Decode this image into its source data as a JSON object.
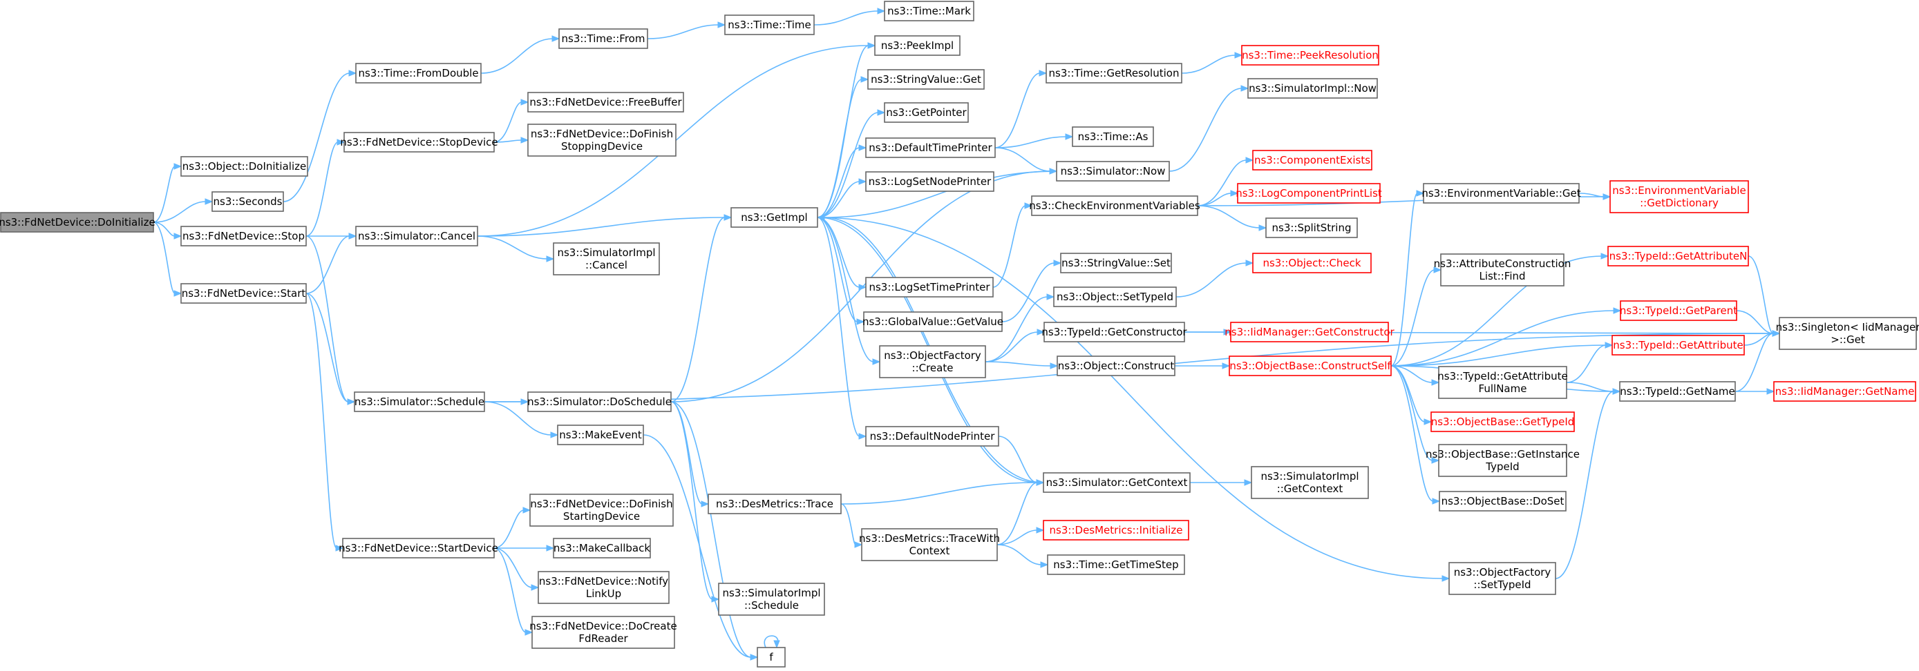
{
  "nodes": [
    {
      "id": "FdNetDevice_DoInitialize",
      "lines": [
        "ns3::FdNetDevice::DoInitialize"
      ],
      "root": true
    },
    {
      "id": "Object_DoInitialize",
      "lines": [
        "ns3::Object::DoInitialize"
      ]
    },
    {
      "id": "Seconds",
      "lines": [
        "ns3::Seconds"
      ]
    },
    {
      "id": "FdNetDevice_Stop",
      "lines": [
        "ns3::FdNetDevice::Stop"
      ]
    },
    {
      "id": "FdNetDevice_Start",
      "lines": [
        "ns3::FdNetDevice::Start"
      ]
    },
    {
      "id": "Time_FromDouble",
      "lines": [
        "ns3::Time::FromDouble"
      ]
    },
    {
      "id": "Time_From",
      "lines": [
        "ns3::Time::From"
      ]
    },
    {
      "id": "Time_Time",
      "lines": [
        "ns3::Time::Time"
      ]
    },
    {
      "id": "Time_Mark",
      "lines": [
        "ns3::Time::Mark"
      ]
    },
    {
      "id": "FdNetDevice_StopDevice",
      "lines": [
        "ns3::FdNetDevice::StopDevice"
      ]
    },
    {
      "id": "FdNetDevice_FreeBuffer",
      "lines": [
        "ns3::FdNetDevice::FreeBuffer"
      ]
    },
    {
      "id": "FdNetDevice_DoFinishStoppingDevice",
      "lines": [
        "ns3::FdNetDevice::DoFinish",
        "StoppingDevice"
      ]
    },
    {
      "id": "Simulator_Cancel",
      "lines": [
        "ns3::Simulator::Cancel"
      ]
    },
    {
      "id": "SimulatorImpl_Cancel",
      "lines": [
        "ns3::SimulatorImpl",
        "::Cancel"
      ]
    },
    {
      "id": "Simulator_Schedule",
      "lines": [
        "ns3::Simulator::Schedule"
      ]
    },
    {
      "id": "Simulator_DoSchedule",
      "lines": [
        "ns3::Simulator::DoSchedule"
      ]
    },
    {
      "id": "MakeEvent",
      "lines": [
        "ns3::MakeEvent"
      ]
    },
    {
      "id": "FdNetDevice_StartDevice",
      "lines": [
        "ns3::FdNetDevice::StartDevice"
      ]
    },
    {
      "id": "FdNetDevice_DoFinishStartingDevice",
      "lines": [
        "ns3::FdNetDevice::DoFinish",
        "StartingDevice"
      ]
    },
    {
      "id": "MakeCallback",
      "lines": [
        "ns3::MakeCallback"
      ]
    },
    {
      "id": "FdNetDevice_NotifyLinkUp",
      "lines": [
        "ns3::FdNetDevice::Notify",
        "LinkUp"
      ]
    },
    {
      "id": "FdNetDevice_DoCreateFdReader",
      "lines": [
        "ns3::FdNetDevice::DoCreate",
        "FdReader"
      ]
    },
    {
      "id": "PeekImpl",
      "lines": [
        "ns3::PeekImpl"
      ]
    },
    {
      "id": "StringValue_Get",
      "lines": [
        "ns3::StringValue::Get"
      ]
    },
    {
      "id": "GetPointer",
      "lines": [
        "ns3::GetPointer"
      ]
    },
    {
      "id": "DefaultTimePrinter",
      "lines": [
        "ns3::DefaultTimePrinter"
      ]
    },
    {
      "id": "LogSetNodePrinter",
      "lines": [
        "ns3::LogSetNodePrinter"
      ]
    },
    {
      "id": "GetImpl",
      "lines": [
        "ns3::GetImpl"
      ]
    },
    {
      "id": "LogSetTimePrinter",
      "lines": [
        "ns3::LogSetTimePrinter"
      ]
    },
    {
      "id": "GlobalValue_GetValue",
      "lines": [
        "ns3::GlobalValue::GetValue"
      ]
    },
    {
      "id": "ObjectFactory_Create",
      "lines": [
        "ns3::ObjectFactory",
        "::Create"
      ]
    },
    {
      "id": "DefaultNodePrinter",
      "lines": [
        "ns3::DefaultNodePrinter"
      ]
    },
    {
      "id": "DesMetrics_Trace",
      "lines": [
        "ns3::DesMetrics::Trace"
      ]
    },
    {
      "id": "DesMetrics_TraceWithContext",
      "lines": [
        "ns3::DesMetrics::TraceWith",
        "Context"
      ]
    },
    {
      "id": "SimulatorImpl_Schedule",
      "lines": [
        "ns3::SimulatorImpl",
        "::Schedule"
      ]
    },
    {
      "id": "f",
      "lines": [
        "f"
      ]
    },
    {
      "id": "Time_GetResolution",
      "lines": [
        "ns3::Time::GetResolution"
      ]
    },
    {
      "id": "Time_PeekResolution",
      "lines": [
        "ns3::Time::PeekResolution"
      ],
      "red": true
    },
    {
      "id": "Time_As",
      "lines": [
        "ns3::Time::As"
      ]
    },
    {
      "id": "Simulator_Now",
      "lines": [
        "ns3::Simulator::Now"
      ]
    },
    {
      "id": "SimulatorImpl_Now",
      "lines": [
        "ns3::SimulatorImpl::Now"
      ]
    },
    {
      "id": "CheckEnvironmentVariables",
      "lines": [
        "ns3::CheckEnvironmentVariables"
      ]
    },
    {
      "id": "ComponentExists",
      "lines": [
        "ns3::ComponentExists"
      ],
      "red": true
    },
    {
      "id": "LogComponentPrintList",
      "lines": [
        "ns3::LogComponentPrintList"
      ],
      "red": true
    },
    {
      "id": "SplitString",
      "lines": [
        "ns3::SplitString"
      ]
    },
    {
      "id": "StringValue_Set",
      "lines": [
        "ns3::StringValue::Set"
      ]
    },
    {
      "id": "Object_Check",
      "lines": [
        "ns3::Object::Check"
      ],
      "red": true
    },
    {
      "id": "Object_SetTypeId",
      "lines": [
        "ns3::Object::SetTypeId"
      ]
    },
    {
      "id": "TypeId_GetConstructor",
      "lines": [
        "ns3::TypeId::GetConstructor"
      ]
    },
    {
      "id": "IidManager_GetConstructor",
      "lines": [
        "ns3::IidManager::GetConstructor"
      ],
      "red": true
    },
    {
      "id": "Object_Construct",
      "lines": [
        "ns3::Object::Construct"
      ]
    },
    {
      "id": "ObjectBase_ConstructSelf",
      "lines": [
        "ns3::ObjectBase::ConstructSelf"
      ],
      "red": true
    },
    {
      "id": "Simulator_GetContext",
      "lines": [
        "ns3::Simulator::GetContext"
      ]
    },
    {
      "id": "SimulatorImpl_GetContext",
      "lines": [
        "ns3::SimulatorImpl",
        "::GetContext"
      ]
    },
    {
      "id": "DesMetrics_Initialize",
      "lines": [
        "ns3::DesMetrics::Initialize"
      ],
      "red": true
    },
    {
      "id": "Time_GetTimeStep",
      "lines": [
        "ns3::Time::GetTimeStep"
      ]
    },
    {
      "id": "EnvironmentVariable_Get",
      "lines": [
        "ns3::EnvironmentVariable::Get"
      ]
    },
    {
      "id": "EnvironmentVariable_GetDictionary",
      "lines": [
        "ns3::EnvironmentVariable",
        "::GetDictionary"
      ],
      "red": true
    },
    {
      "id": "AttributeConstructionList_Find",
      "lines": [
        "ns3::AttributeConstruction",
        "List::Find"
      ]
    },
    {
      "id": "TypeId_GetAttributeN",
      "lines": [
        "ns3::TypeId::GetAttributeN"
      ],
      "red": true
    },
    {
      "id": "TypeId_GetParent",
      "lines": [
        "ns3::TypeId::GetParent"
      ],
      "red": true
    },
    {
      "id": "TypeId_GetAttribute",
      "lines": [
        "ns3::TypeId::GetAttribute"
      ],
      "red": true
    },
    {
      "id": "TypeId_GetAttributeFullName",
      "lines": [
        "ns3::TypeId::GetAttribute",
        "FullName"
      ]
    },
    {
      "id": "TypeId_GetName",
      "lines": [
        "ns3::TypeId::GetName"
      ]
    },
    {
      "id": "IidManager_GetName",
      "lines": [
        "ns3::IidManager::GetName"
      ],
      "red": true
    },
    {
      "id": "Singleton_IidManager_Get",
      "lines": [
        "ns3::Singleton< IidManager",
        ">::Get"
      ]
    },
    {
      "id": "ObjectBase_GetTypeId",
      "lines": [
        "ns3::ObjectBase::GetTypeId"
      ],
      "red": true
    },
    {
      "id": "ObjectBase_GetInstanceTypeId",
      "lines": [
        "ns3::ObjectBase::GetInstance",
        "TypeId"
      ]
    },
    {
      "id": "ObjectBase_DoSet",
      "lines": [
        "ns3::ObjectBase::DoSet"
      ]
    },
    {
      "id": "ObjectFactory_SetTypeId",
      "lines": [
        "ns3::ObjectFactory",
        "::SetTypeId"
      ]
    }
  ],
  "edges": [
    [
      "FdNetDevice_DoInitialize",
      "Object_DoInitialize"
    ],
    [
      "FdNetDevice_DoInitialize",
      "Seconds"
    ],
    [
      "FdNetDevice_DoInitialize",
      "FdNetDevice_Stop"
    ],
    [
      "FdNetDevice_DoInitialize",
      "FdNetDevice_Start"
    ],
    [
      "Seconds",
      "Time_FromDouble"
    ],
    [
      "Time_FromDouble",
      "Time_From"
    ],
    [
      "Time_From",
      "Time_Time"
    ],
    [
      "Time_Time",
      "Time_Mark"
    ],
    [
      "FdNetDevice_Stop",
      "FdNetDevice_StopDevice"
    ],
    [
      "FdNetDevice_Stop",
      "Simulator_Cancel"
    ],
    [
      "FdNetDevice_Stop",
      "Simulator_Schedule"
    ],
    [
      "FdNetDevice_StopDevice",
      "FdNetDevice_FreeBuffer"
    ],
    [
      "FdNetDevice_StopDevice",
      "FdNetDevice_DoFinishStoppingDevice"
    ],
    [
      "FdNetDevice_Start",
      "Simulator_Cancel"
    ],
    [
      "FdNetDevice_Start",
      "Simulator_Schedule"
    ],
    [
      "FdNetDevice_Start",
      "FdNetDevice_StartDevice"
    ],
    [
      "Simulator_Cancel",
      "PeekImpl"
    ],
    [
      "Simulator_Cancel",
      "GetImpl"
    ],
    [
      "Simulator_Cancel",
      "SimulatorImpl_Cancel"
    ],
    [
      "Simulator_Schedule",
      "Simulator_DoSchedule"
    ],
    [
      "Simulator_Schedule",
      "MakeEvent"
    ],
    [
      "Simulator_Schedule",
      "Singleton_IidManager_Get"
    ],
    [
      "Simulator_DoSchedule",
      "GetImpl"
    ],
    [
      "Simulator_DoSchedule",
      "Simulator_Now"
    ],
    [
      "Simulator_DoSchedule",
      "DesMetrics_Trace"
    ],
    [
      "Simulator_DoSchedule",
      "SimulatorImpl_Schedule"
    ],
    [
      "Simulator_DoSchedule",
      "f"
    ],
    [
      "MakeEvent",
      "f"
    ],
    [
      "FdNetDevice_StartDevice",
      "FdNetDevice_DoFinishStartingDevice"
    ],
    [
      "FdNetDevice_StartDevice",
      "MakeCallback"
    ],
    [
      "FdNetDevice_StartDevice",
      "FdNetDevice_NotifyLinkUp"
    ],
    [
      "FdNetDevice_StartDevice",
      "FdNetDevice_DoCreateFdReader"
    ],
    [
      "GetImpl",
      "PeekImpl"
    ],
    [
      "GetImpl",
      "StringValue_Get"
    ],
    [
      "GetImpl",
      "GetPointer"
    ],
    [
      "GetImpl",
      "DefaultTimePrinter"
    ],
    [
      "GetImpl",
      "LogSetNodePrinter"
    ],
    [
      "GetImpl",
      "LogSetTimePrinter"
    ],
    [
      "GetImpl",
      "GlobalValue_GetValue"
    ],
    [
      "GetImpl",
      "ObjectFactory_Create"
    ],
    [
      "GetImpl",
      "DefaultNodePrinter"
    ],
    [
      "GetImpl",
      "Simulator_GetContext"
    ],
    [
      "GetImpl",
      "ObjectFactory_SetTypeId"
    ],
    [
      "DefaultTimePrinter",
      "Time_GetResolution"
    ],
    [
      "DefaultTimePrinter",
      "Time_As"
    ],
    [
      "DefaultTimePrinter",
      "Simulator_Now"
    ],
    [
      "Time_GetResolution",
      "Time_PeekResolution"
    ],
    [
      "Simulator_Now",
      "GetImpl"
    ],
    [
      "Simulator_Now",
      "SimulatorImpl_Now"
    ],
    [
      "LogSetTimePrinter",
      "CheckEnvironmentVariables"
    ],
    [
      "CheckEnvironmentVariables",
      "ComponentExists"
    ],
    [
      "CheckEnvironmentVariables",
      "LogComponentPrintList"
    ],
    [
      "CheckEnvironmentVariables",
      "SplitString"
    ],
    [
      "CheckEnvironmentVariables",
      "EnvironmentVariable_GetDictionary"
    ],
    [
      "GlobalValue_GetValue",
      "StringValue_Set"
    ],
    [
      "ObjectFactory_Create",
      "Object_SetTypeId"
    ],
    [
      "ObjectFactory_Create",
      "TypeId_GetConstructor"
    ],
    [
      "ObjectFactory_Create",
      "Object_Construct"
    ],
    [
      "Object_SetTypeId",
      "Object_Check"
    ],
    [
      "TypeId_GetConstructor",
      "IidManager_GetConstructor"
    ],
    [
      "TypeId_GetConstructor",
      "Singleton_IidManager_Get"
    ],
    [
      "Object_Construct",
      "ObjectBase_ConstructSelf"
    ],
    [
      "DefaultNodePrinter",
      "Simulator_GetContext"
    ],
    [
      "DesMetrics_Trace",
      "Simulator_GetContext"
    ],
    [
      "DesMetrics_Trace",
      "DesMetrics_TraceWithContext"
    ],
    [
      "DesMetrics_TraceWithContext",
      "Simulator_GetContext"
    ],
    [
      "DesMetrics_TraceWithContext",
      "DesMetrics_Initialize"
    ],
    [
      "DesMetrics_TraceWithContext",
      "Time_GetTimeStep"
    ],
    [
      "Simulator_GetContext",
      "GetImpl"
    ],
    [
      "Simulator_GetContext",
      "SimulatorImpl_GetContext"
    ],
    [
      "ObjectBase_ConstructSelf",
      "EnvironmentVariable_Get"
    ],
    [
      "ObjectBase_ConstructSelf",
      "AttributeConstructionList_Find"
    ],
    [
      "ObjectBase_ConstructSelf",
      "TypeId_GetAttributeN"
    ],
    [
      "ObjectBase_ConstructSelf",
      "TypeId_GetParent"
    ],
    [
      "ObjectBase_ConstructSelf",
      "TypeId_GetAttribute"
    ],
    [
      "ObjectBase_ConstructSelf",
      "TypeId_GetAttributeFullName"
    ],
    [
      "ObjectBase_ConstructSelf",
      "ObjectBase_GetTypeId"
    ],
    [
      "ObjectBase_ConstructSelf",
      "ObjectBase_GetInstanceTypeId"
    ],
    [
      "ObjectBase_ConstructSelf",
      "ObjectBase_DoSet"
    ],
    [
      "ObjectBase_ConstructSelf",
      "TypeId_GetName"
    ],
    [
      "EnvironmentVariable_Get",
      "EnvironmentVariable_GetDictionary"
    ],
    [
      "TypeId_GetAttributeN",
      "Singleton_IidManager_Get"
    ],
    [
      "TypeId_GetParent",
      "Singleton_IidManager_Get"
    ],
    [
      "TypeId_GetAttribute",
      "Singleton_IidManager_Get"
    ],
    [
      "TypeId_GetAttributeFullName",
      "TypeId_GetAttribute"
    ],
    [
      "TypeId_GetAttributeFullName",
      "TypeId_GetName"
    ],
    [
      "TypeId_GetName",
      "Singleton_IidManager_Get"
    ],
    [
      "TypeId_GetName",
      "IidManager_GetName"
    ],
    [
      "ObjectFactory_SetTypeId",
      "TypeId_GetName"
    ],
    [
      "f",
      "f"
    ]
  ],
  "colors": {
    "edge": "#63b8ff",
    "box": "#666666",
    "highlight": "#ff0000",
    "root_fill": "#999999"
  }
}
